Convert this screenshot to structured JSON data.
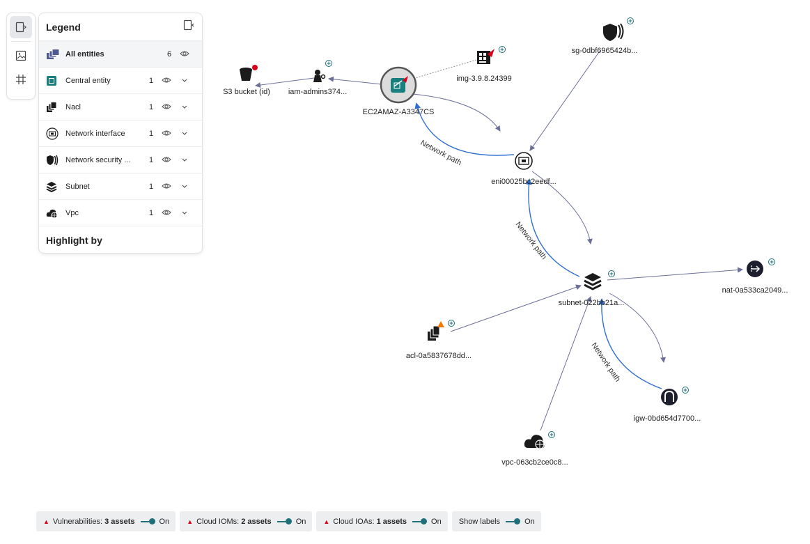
{
  "legend": {
    "title": "Legend",
    "highlight_by": "Highlight by",
    "rows": [
      {
        "label": "All entities",
        "count": "6"
      },
      {
        "label": "Central entity",
        "count": "1"
      },
      {
        "label": "Nacl",
        "count": "1"
      },
      {
        "label": "Network interface",
        "count": "1"
      },
      {
        "label": "Network security ...",
        "count": "1"
      },
      {
        "label": "Subnet",
        "count": "1"
      },
      {
        "label": "Vpc",
        "count": "1"
      }
    ]
  },
  "graph": {
    "nodes": {
      "s3": "S3 bucket (id)",
      "iam": "iam-admins374...",
      "ec2": "EC2AMAZ-A3347CS",
      "img": "img-3.9.8.24399",
      "sg": "sg-0dbf6965424b...",
      "eni": "eni00025bc2eedf...",
      "subnet": "subnet-022bb21a...",
      "nat": "nat-0a533ca2049...",
      "acl": "acl-0a5837678dd...",
      "igw": "igw-0bd654d7700...",
      "vpc": "vpc-063cb2ce0c8..."
    },
    "edge_labels": {
      "e1": "Network path",
      "e2": "Network path",
      "e3": "Network path"
    }
  },
  "toggles": [
    {
      "label": "Vulnerabilities:",
      "count": "3 assets",
      "state": "On"
    },
    {
      "label": "Cloud IOMs:",
      "count": "2 assets",
      "state": "On"
    },
    {
      "label": "Cloud IOAs:",
      "count": "1 assets",
      "state": "On"
    },
    {
      "label": "Show labels",
      "state": "On"
    }
  ],
  "colors": {
    "accent": "#1f6f78",
    "alert": "#d9001b",
    "edge": "#6b6f9a",
    "network_path": "#2f6fd0"
  }
}
